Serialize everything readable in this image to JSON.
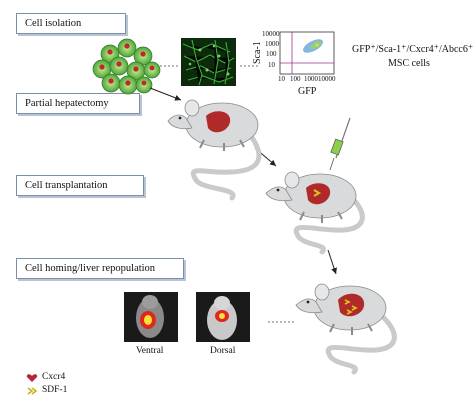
{
  "stages": [
    {
      "id": "cell-isolation",
      "label": "Cell isolation"
    },
    {
      "id": "partial-hepatectomy",
      "label": "Partial hepatectomy"
    },
    {
      "id": "cell-transplantation",
      "label": "Cell transplantation"
    },
    {
      "id": "cell-homing",
      "label": "Cell homing/liver repopulation"
    }
  ],
  "facs": {
    "y_axis": "Sca-1",
    "x_axis": "GFP",
    "ticks": [
      "10",
      "100",
      "1000",
      "10000"
    ]
  },
  "phenotype": {
    "line1": "GFP⁺/Sca-1⁺/Cxcr4⁺/Abcc6⁺",
    "line2": "MSC cells"
  },
  "photos": {
    "ventral": "Ventral",
    "dorsal": "Dorsal"
  },
  "legend": [
    {
      "icon": "heart-marker-icon",
      "color": "#b3263a",
      "label": "Cxcr4"
    },
    {
      "icon": "chevron-marker-icon",
      "color": "#c8b21d",
      "label": "SDF-1"
    }
  ],
  "colors": {
    "mouse_body": "#d9dadb",
    "liver": "#b02a2a",
    "cells_green": "#6ac04a",
    "box_border": "#7c8fa8"
  }
}
